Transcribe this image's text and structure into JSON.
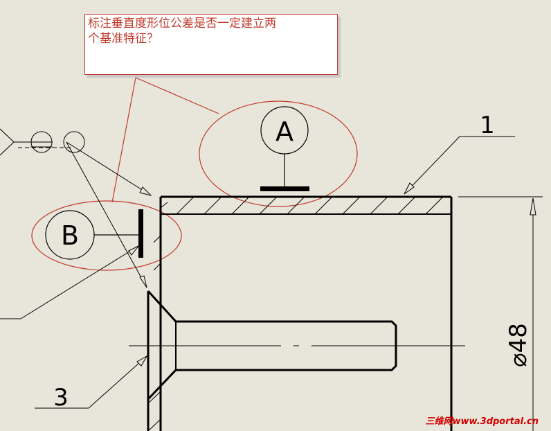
{
  "note": {
    "line1": "标注垂直度形位公差是否一定建立两",
    "line2": "个基准特征？"
  },
  "datums": {
    "a": "A",
    "b": "B"
  },
  "callouts": {
    "one": "1",
    "three": "3"
  },
  "dimension": {
    "diameter": "⌀48"
  },
  "watermark": {
    "text": "三维网www.3dportal.cn"
  },
  "colors": {
    "background": "#e8e6da",
    "annotation_red": "#c0392b",
    "line_black": "#000000"
  }
}
